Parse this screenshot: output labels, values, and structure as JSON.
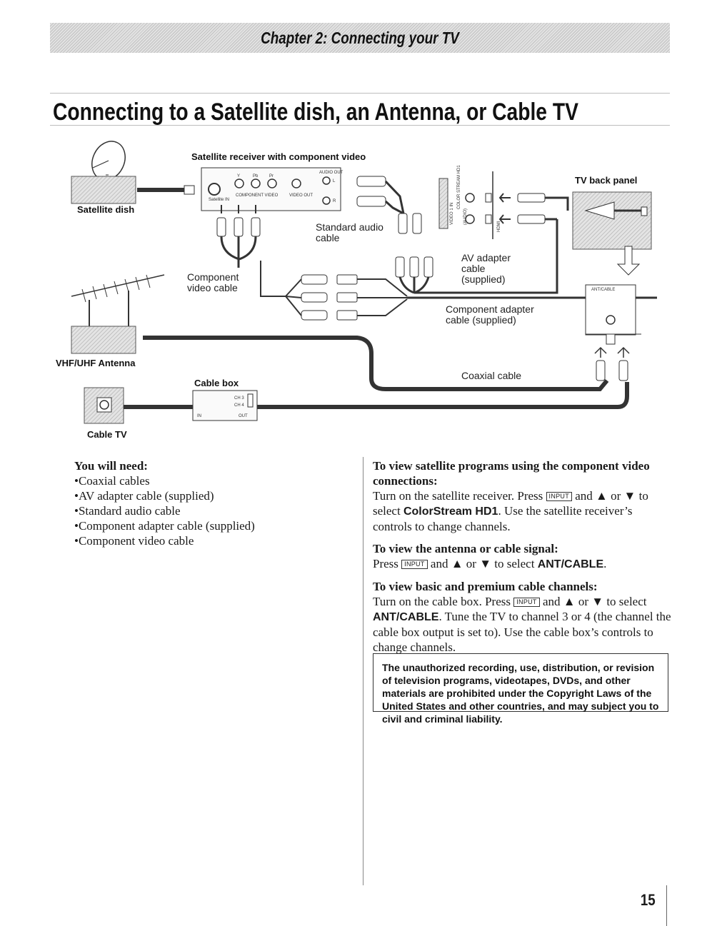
{
  "header": {
    "chapter": "Chapter 2: Connecting your TV",
    "title": "Connecting to a Satellite dish, an Antenna, or Cable TV"
  },
  "diagram": {
    "labels": {
      "satellite_receiver": "Satellite receiver with component video",
      "satellite_dish": "Satellite dish",
      "tv_back_panel": "TV back panel",
      "standard_audio_cable": [
        "Standard audio",
        "cable"
      ],
      "component_video_cable": [
        "Component",
        "video cable"
      ],
      "av_adapter_cable": [
        "AV adapter",
        "cable",
        "(supplied)"
      ],
      "component_adapter_cable": [
        "Component adapter",
        "cable (supplied)"
      ],
      "vhf_uhf_antenna": "VHF/UHF Antenna",
      "cable_box": "Cable box",
      "coaxial_cable": "Coaxial cable",
      "cable_tv": "Cable TV"
    },
    "receiver_ports": {
      "audio_out": "AUDIO OUT",
      "satellite_in": "Satellite IN",
      "component_video": "COMPONENT VIDEO",
      "video_out": "VIDEO OUT",
      "y": "Y",
      "pb": "Pb",
      "pr": "Pr",
      "l": "L",
      "r": "R"
    },
    "tv_ports": {
      "video1_in": "VIDEO 1 IN",
      "colorstream_hd1": "COLOR STREAM HD1",
      "audio": "(AUDIO)",
      "hdmi": "HDMI",
      "ant_cable": "ANT/CABLE"
    },
    "cable_box_ports": {
      "ch3": "CH 3",
      "ch4": "CH 4",
      "in": "IN",
      "out": "OUT"
    }
  },
  "left": {
    "heading": "You will need:",
    "items": [
      "Coaxial cables",
      "AV adapter cable (supplied)",
      "Standard audio cable",
      "Component adapter cable (supplied)",
      "Component video cable"
    ]
  },
  "right": {
    "s1_heading": "To view satellite programs using the component video connections:",
    "s1_t1": "Turn on the satellite receiver. Press",
    "s1_key": "INPUT",
    "s1_t2": "and ▲ or ▼ to select",
    "s1_bold": "ColorStream HD1",
    "s1_t3": ". Use the satellite receiver’s controls to change channels.",
    "s2_heading": "To view the antenna or cable signal:",
    "s2_t1": "Press",
    "s2_key": "INPUT",
    "s2_t2": "and ▲ or ▼ to select",
    "s2_bold": "ANT/CABLE",
    "s2_t3": ".",
    "s3_heading": "To view basic and premium cable channels:",
    "s3_t1": "Turn on the cable box. Press",
    "s3_key": "INPUT",
    "s3_t2": "and ▲ or ▼ to select",
    "s3_bold": "ANT/CABLE",
    "s3_t3": ". Tune the TV to channel 3 or 4 (the channel the cable box output is set to). Use the cable box’s controls to change channels."
  },
  "notice": "The unauthorized recording, use, distribution, or revision of television programs, videotapes, DVDs, and other materials are prohibited under the Copyright Laws of the United States and other countries, and may subject you to civil and criminal liability.",
  "page_number": "15"
}
